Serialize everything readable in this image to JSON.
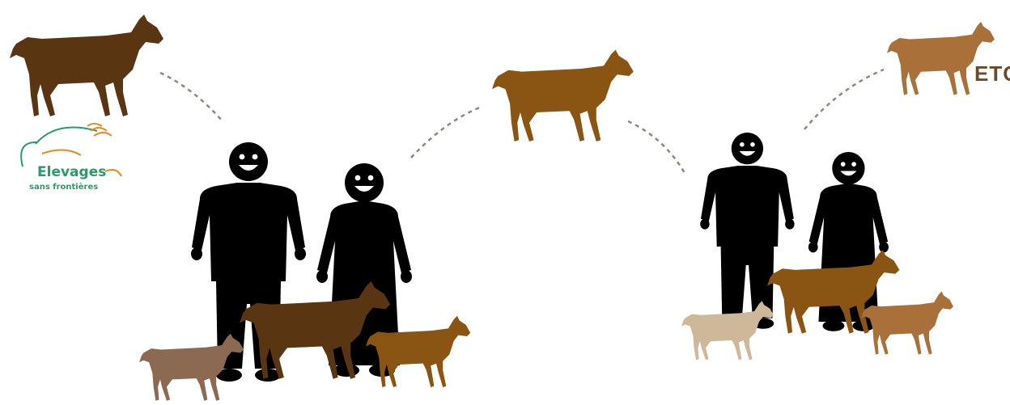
{
  "logo": {
    "line1": "Elevages",
    "line2": "sans frontières"
  },
  "etc_label": "ETC",
  "colors": {
    "background": "#ffffff",
    "skin": "#3d3d3d",
    "dashes": "#8a8a7a",
    "logo_green": "#2a9a6a",
    "logo_orange": "#e8891f",
    "goat_dark": "#5a3511",
    "goat_mid": "#8a5512",
    "goat_light": "#a9703a",
    "goat_grey": "#8c6a52",
    "goat_cream": "#cdb89a",
    "shirt_orange": "#e8620f",
    "dress_yellow": "#eda000",
    "shirt_teal": "#2d6d6f",
    "dress_green": "#2a8c5f",
    "trousers_dark": "#4a4a45",
    "trousers_grey": "#6e6a63"
  },
  "icons": [
    "goat-icon",
    "person-icon",
    "smiley-face-icon",
    "dashed-arc-icon",
    "logo-icon"
  ]
}
